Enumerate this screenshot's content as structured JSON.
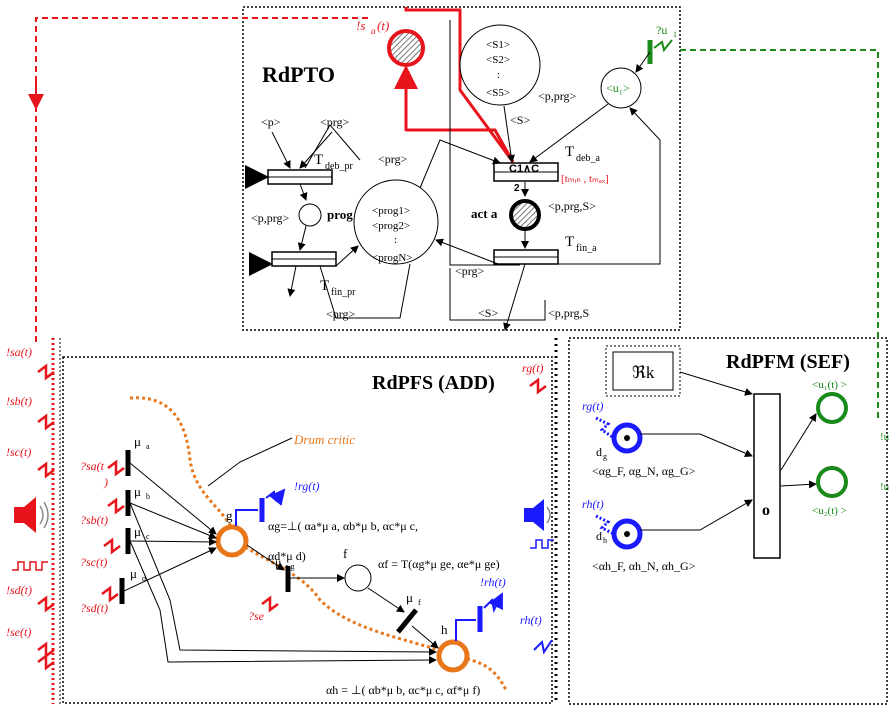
{
  "rdpto": {
    "title": "RdPTO",
    "p": "<p>",
    "prg1": "<prg>",
    "prg2": "<prg>",
    "prg3": "<prg>",
    "prg4": "<prg>",
    "pprg": "<p,prg>",
    "pprg2": "<p,prg>",
    "pprgS": "<p,prg,S>",
    "pprgS2": "<p,prg,S",
    "S1": "<S>",
    "S2": "<S>",
    "prog": "prog",
    "prog_tokens": [
      "<prog1>",
      "<prog2>",
      ":",
      "<progN>"
    ],
    "s_tokens": [
      "<S1>",
      "<S2>",
      ":",
      "<S5>"
    ],
    "u1_token": "<u₁>",
    "t_deb_pr": "T",
    "t_deb_pr_sub": "deb_pr",
    "t_fin_pr": "T",
    "t_fin_pr_sub": "fin_pr",
    "t_deb_a": "T",
    "t_deb_a_sub": "deb_a",
    "t_fin_a": "T",
    "t_fin_a_sub": "fin_a",
    "c1c2": "C1∧C",
    "c1c2_sub": "2",
    "interval": "[t",
    "interval_full": "[tₘᵢₙ , tₘₐₓ]",
    "act_a": "act a",
    "sa_t": "!s",
    "sa_sub": "a",
    "sa_tail": "(t)",
    "u1_q": "?u",
    "u1_q_sub": "1"
  },
  "rdpfs": {
    "title": "RdPFS (ADD)",
    "drum": "Drum critic",
    "mu_a": "μ",
    "mu_a_sub": "a",
    "mu_b": "μ",
    "mu_b_sub": "b",
    "mu_c": "μ",
    "mu_c_sub": "c",
    "mu_d": "μ",
    "mu_d_sub": "d",
    "mu_f": "μ",
    "mu_f_sub": "f",
    "mu_ge": "μ",
    "mu_ge_sub": "e,g",
    "g": "g",
    "f": "f",
    "h": "h",
    "alpha_g": "αg=⊥( αa*μ a, αb*μ b, αc*μ c,",
    "alpha_g2": "αd*μ d)",
    "alpha_f": "αf = T(αg*μ ge, αe*μ ge)",
    "alpha_h": "αh = ⊥( αb*μ b, αc*μ c, αf*μ f)",
    "rg_out": "!rg(t)",
    "rh_out": "!rh(t)",
    "qsa": "?sa(t",
    "qsa2": ")",
    "qsb": "?sb(t)",
    "qsc": "?sc(t)",
    "qsd": "?sd(t)",
    "qse": "?se"
  },
  "left_signals": [
    "!sa(t)",
    "!sb(t)",
    "!sc(t)",
    "!sd(t)",
    "!se(t)"
  ],
  "rdpfm": {
    "title": "RdPFM (SEF)",
    "rk": "ℜk",
    "dg": "d",
    "dg_sub": "g",
    "dh": "d",
    "dh_sub": "h",
    "rg_in": "rg(t)",
    "rh_in": "rh(t)",
    "rg_mid": "rg(t)",
    "rh_mid": "rh(t)",
    "alpha_g_tokens": "<αg_F, αg_N, αg_G>",
    "alpha_h_tokens": "<αh_F, αh_N, αh_G>",
    "o": "o",
    "u1": "<u₁(t) >",
    "u2": "<u₂(t) >",
    "u_out1": "!u",
    "u_out2": "!u"
  },
  "colors": {
    "red": "#e8141b",
    "green": "#1a8a1a",
    "blue": "#1a1aff",
    "orange": "#e8771b"
  }
}
